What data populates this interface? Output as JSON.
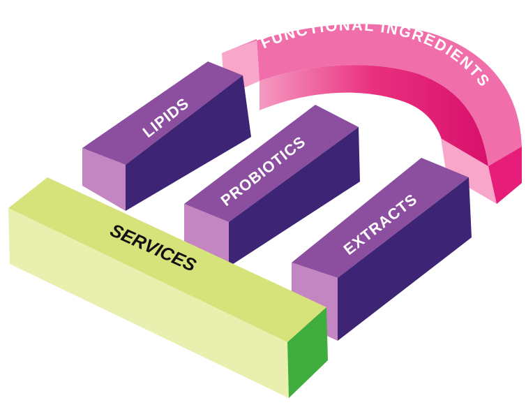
{
  "arc": {
    "label": "FUNCTIONAL INGREDIENTS",
    "color_top": "#f06fab",
    "color_front": "#e61e7a",
    "color_end": "#f8a6c9"
  },
  "blocks": {
    "lipids": {
      "label": "LIPIDS"
    },
    "probiotics": {
      "label": "PROBIOTICS"
    },
    "extracts": {
      "label": "EXTRACTS"
    },
    "services": {
      "label": "SERVICES"
    }
  },
  "colors": {
    "purple_top": "#8c4f9f",
    "purple_side": "#3d2474",
    "purple_front": "#c486c2",
    "services_top": "#d6e27a",
    "services_front": "#e9efae",
    "services_end": "#3fae3f"
  }
}
